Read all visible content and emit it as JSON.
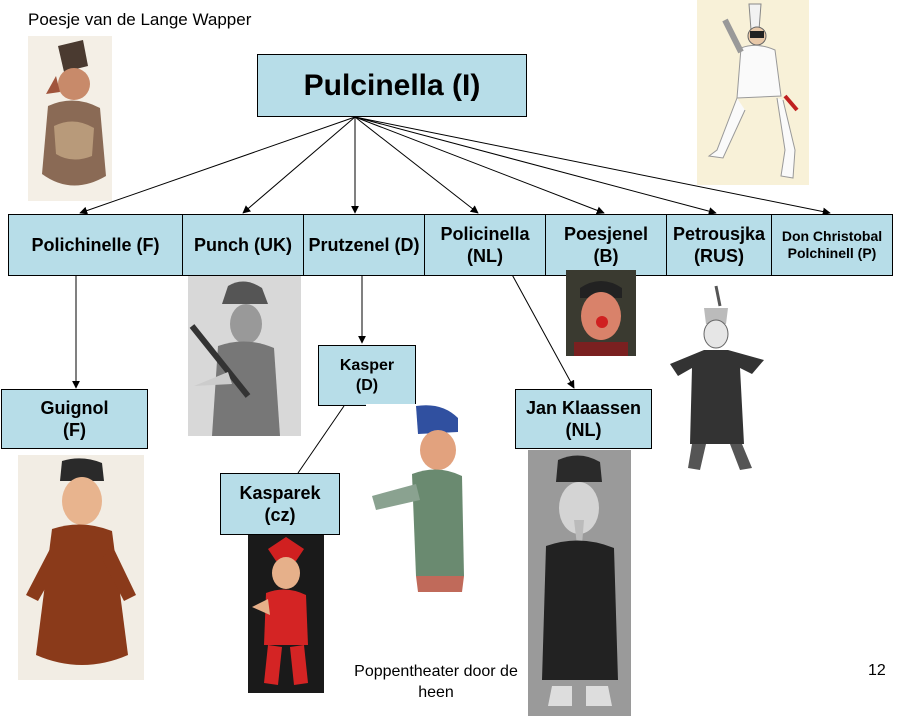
{
  "caption": "Poesje van de Lange Wapper",
  "root": "Pulcinella (I)",
  "level1": [
    {
      "id": "polichinelle",
      "label": "Polichinelle  (F)"
    },
    {
      "id": "punch",
      "label": "Punch (UK)"
    },
    {
      "id": "prutzenel",
      "label": "Prutzenel (D)"
    },
    {
      "id": "policinella",
      "label": "Policinella\n(NL)"
    },
    {
      "id": "poesjenel",
      "label": "Poesjenel\n(B)"
    },
    {
      "id": "petrousjka",
      "label": "Petrousjka\n(RUS)"
    },
    {
      "id": "don-christobal",
      "label": "Don Christobal\nPolchinell (P)"
    }
  ],
  "level2": [
    {
      "id": "guignol",
      "label": "Guignol\n(F)"
    },
    {
      "id": "kasper",
      "label": "Kasper\n(D)"
    },
    {
      "id": "jan-klaassen",
      "label": "Jan Klaassen\n(NL)"
    },
    {
      "id": "kasparek",
      "label": "Kasparek\n(cz)"
    }
  ],
  "footer": "Poppentheater door de\nheen",
  "page_number": "12",
  "colors": {
    "box_fill": "#b7dde8",
    "box_border": "#000000"
  }
}
